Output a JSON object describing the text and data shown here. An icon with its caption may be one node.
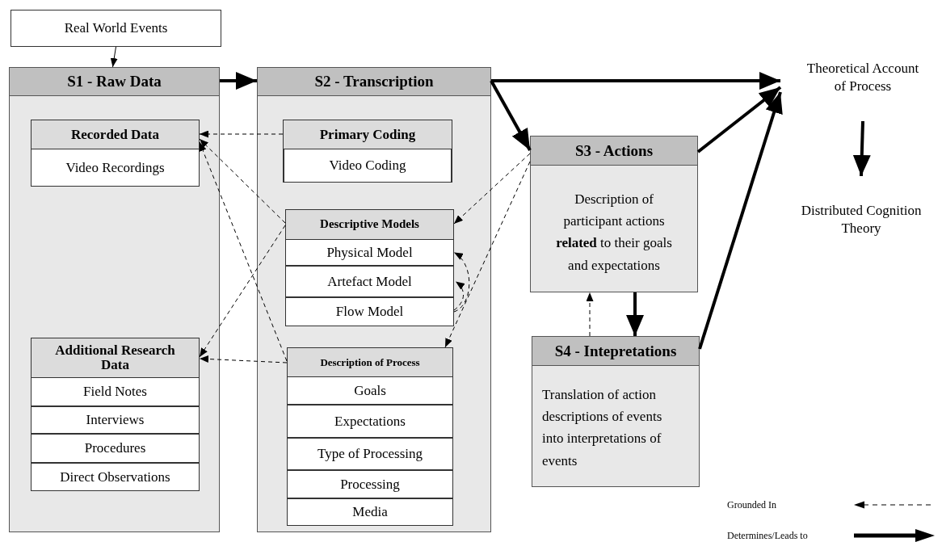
{
  "diagram": {
    "nodes": [
      {
        "text": [
          "Real World Events"
        ]
      },
      {
        "text": [
          "S1 - Raw Data"
        ]
      },
      {
        "text": [
          "Recorded Data"
        ],
        "in": 1
      },
      {
        "text": [
          "Video Recordings"
        ],
        "in": 2
      },
      {
        "text": [
          "Additional Research Data"
        ],
        "in": 1
      },
      {
        "text": [
          "Field Notes"
        ],
        "in": 4
      },
      {
        "text": [
          "Interviews"
        ],
        "in": 4
      },
      {
        "text": [
          "Procedures"
        ],
        "in": 4
      },
      {
        "text": [
          "Direct Observations"
        ],
        "in": 4
      },
      {
        "text": [
          "S2 - Transcription"
        ]
      },
      {
        "text": [
          "Primary Coding"
        ],
        "in": 9
      },
      {
        "text": [
          "Video Coding"
        ],
        "in": 10
      },
      {
        "text": [
          "Descriptive Models"
        ],
        "in": 9
      },
      {
        "text": [
          "Physical Model"
        ],
        "in": 12
      },
      {
        "text": [
          "Artefact Model"
        ],
        "in": 12
      },
      {
        "text": [
          "Flow Model"
        ],
        "in": 12
      },
      {
        "text": [
          "Description of Process"
        ],
        "in": 9
      },
      {
        "text": [
          "Goals"
        ],
        "in": 16
      },
      {
        "text": [
          "Expectations"
        ],
        "in": 16
      },
      {
        "text": [
          "Type of Processing"
        ],
        "in": 16
      },
      {
        "text": [
          "Processing"
        ],
        "in": 16
      },
      {
        "text": [
          "Media"
        ],
        "in": 16
      },
      {
        "text": [
          "S3 - Actions",
          "Description of participant actions **related** to their goals and expectations"
        ]
      },
      {
        "text": [
          "S4 - Intepretations",
          "Translation of action descriptions of events into interpretations of events"
        ]
      },
      {
        "text": [
          "Theoretical Account of Process"
        ]
      },
      {
        "text": [
          "Distributed Cognition Theory"
        ]
      }
    ],
    "edges": [
      {
        "from": 0,
        "to": 1,
        "arrow": "to"
      },
      {
        "from": 1,
        "to": 9,
        "arrow": "to",
        "style": "thick"
      },
      {
        "from": 9,
        "to": 24,
        "arrow": "to",
        "style": "thick"
      },
      {
        "from": 9,
        "to": 22,
        "arrow": "to",
        "style": "thick"
      },
      {
        "from": 22,
        "to": 24,
        "arrow": "to",
        "style": "thick"
      },
      {
        "from": 23,
        "to": 24,
        "arrow": "to",
        "style": "thick"
      },
      {
        "from": 22,
        "to": 23,
        "arrow": "to",
        "style": "thick"
      },
      {
        "from": 23,
        "to": 22,
        "arrow": "to",
        "style": "dashed"
      },
      {
        "from": 24,
        "to": 25,
        "arrow": "to",
        "style": "thick"
      },
      {
        "from": 10,
        "to": 2,
        "arrow": "to",
        "style": "dashed"
      },
      {
        "from": 12,
        "to": 2,
        "arrow": "to",
        "style": "dashed"
      },
      {
        "from": 16,
        "to": 2,
        "arrow": "to",
        "style": "dashed"
      },
      {
        "from": 12,
        "to": 4,
        "arrow": "to",
        "style": "dashed"
      },
      {
        "from": 16,
        "to": 4,
        "arrow": "to",
        "style": "dashed"
      },
      {
        "from": 22,
        "to": 12,
        "arrow": "to",
        "style": "dashed"
      },
      {
        "from": 22,
        "to": 16,
        "arrow": "to",
        "style": "dashed"
      },
      {
        "from": 15,
        "to": 13,
        "arrow": "to",
        "style": "dashed"
      },
      {
        "from": 15,
        "to": 14,
        "arrow": "to",
        "style": "dashed"
      }
    ],
    "legend": [
      {
        "text": "Grounded In"
      },
      {
        "text": "Determines/Leads to"
      }
    ]
  }
}
